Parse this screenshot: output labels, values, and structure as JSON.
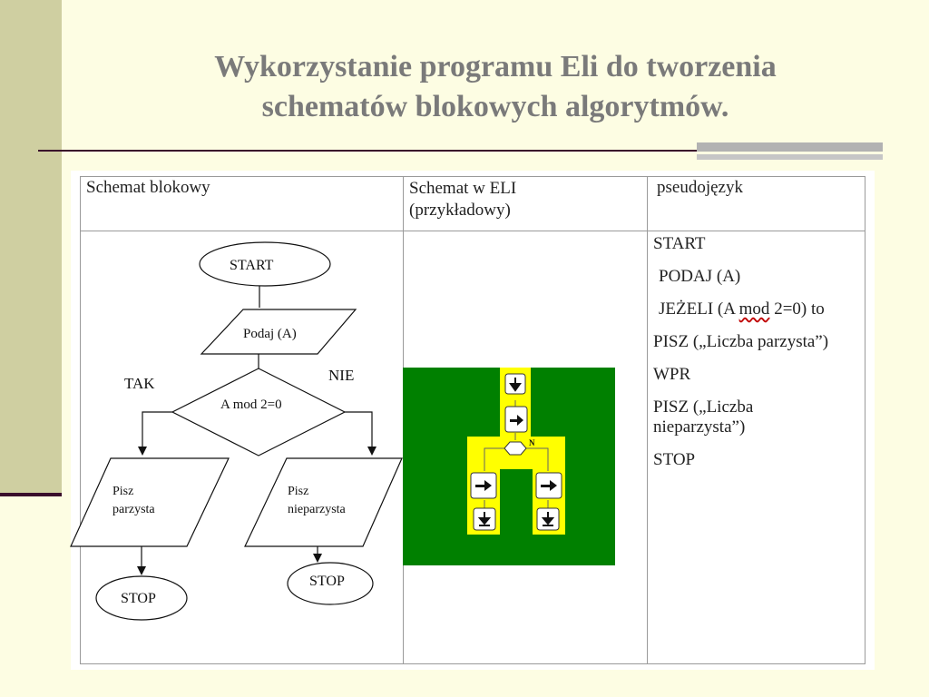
{
  "title": {
    "line1": "Wykorzystanie programu Eli do tworzenia",
    "line2": "schematów blokowych algorytmów."
  },
  "table": {
    "headers": [
      "Schemat blokowy",
      "Schemat w ELI",
      "(przykładowy)",
      "pseudojęzyk"
    ]
  },
  "flowchart": {
    "start": "START",
    "input": "Podaj (A)",
    "condition": "A mod 2=0",
    "yes": "TAK",
    "no": "NIE",
    "out_yes_1": "Pisz",
    "out_yes_2": "parzysta",
    "out_no_1": "Pisz",
    "out_no_2": "nieparzysta",
    "stop_left": "STOP",
    "stop_right": "STOP"
  },
  "pseudocode": {
    "l1": "START",
    "l2": "PODAJ (A)",
    "l3a": "JEŻELI (A ",
    "l3b": "mod",
    "l3c": " 2=0) to",
    "l4": "PISZ („Liczba parzysta”)",
    "l5": "WPR",
    "l6a": "PISZ („Liczba",
    "l6b": "nieparzysta”)",
    "l7": "STOP"
  },
  "eli": {
    "branch_label": "N"
  },
  "colors": {
    "background": "#fdfde3",
    "side_bar": "#cfcfa1",
    "accent_dark": "#3a0d2b",
    "title": "#7a7a7a",
    "eli_green": "#008000",
    "eli_yellow": "#ffff00"
  }
}
